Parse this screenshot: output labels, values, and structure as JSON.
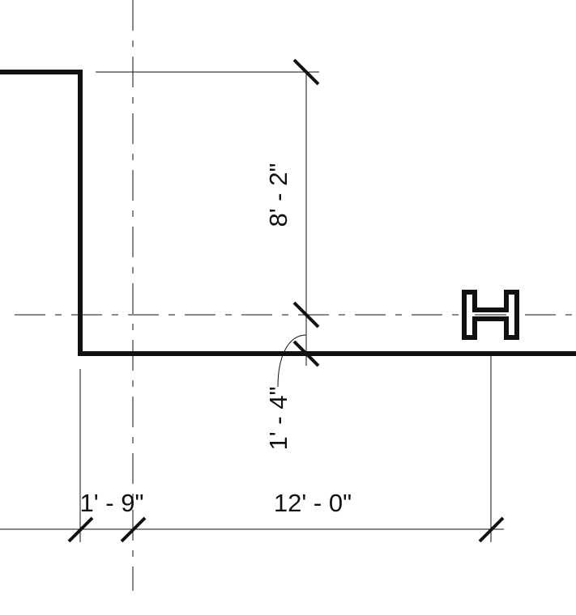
{
  "drawing": {
    "dimensions": {
      "vertical_upper": "8' - 2\"",
      "vertical_lower": "1' - 4\"",
      "horizontal_left": "1' - 9\"",
      "horizontal_right": "12' - 0\""
    },
    "colors": {
      "line": "#111111",
      "background": "#ffffff"
    },
    "icons": {
      "column": "steel-i-beam-column-icon"
    }
  }
}
